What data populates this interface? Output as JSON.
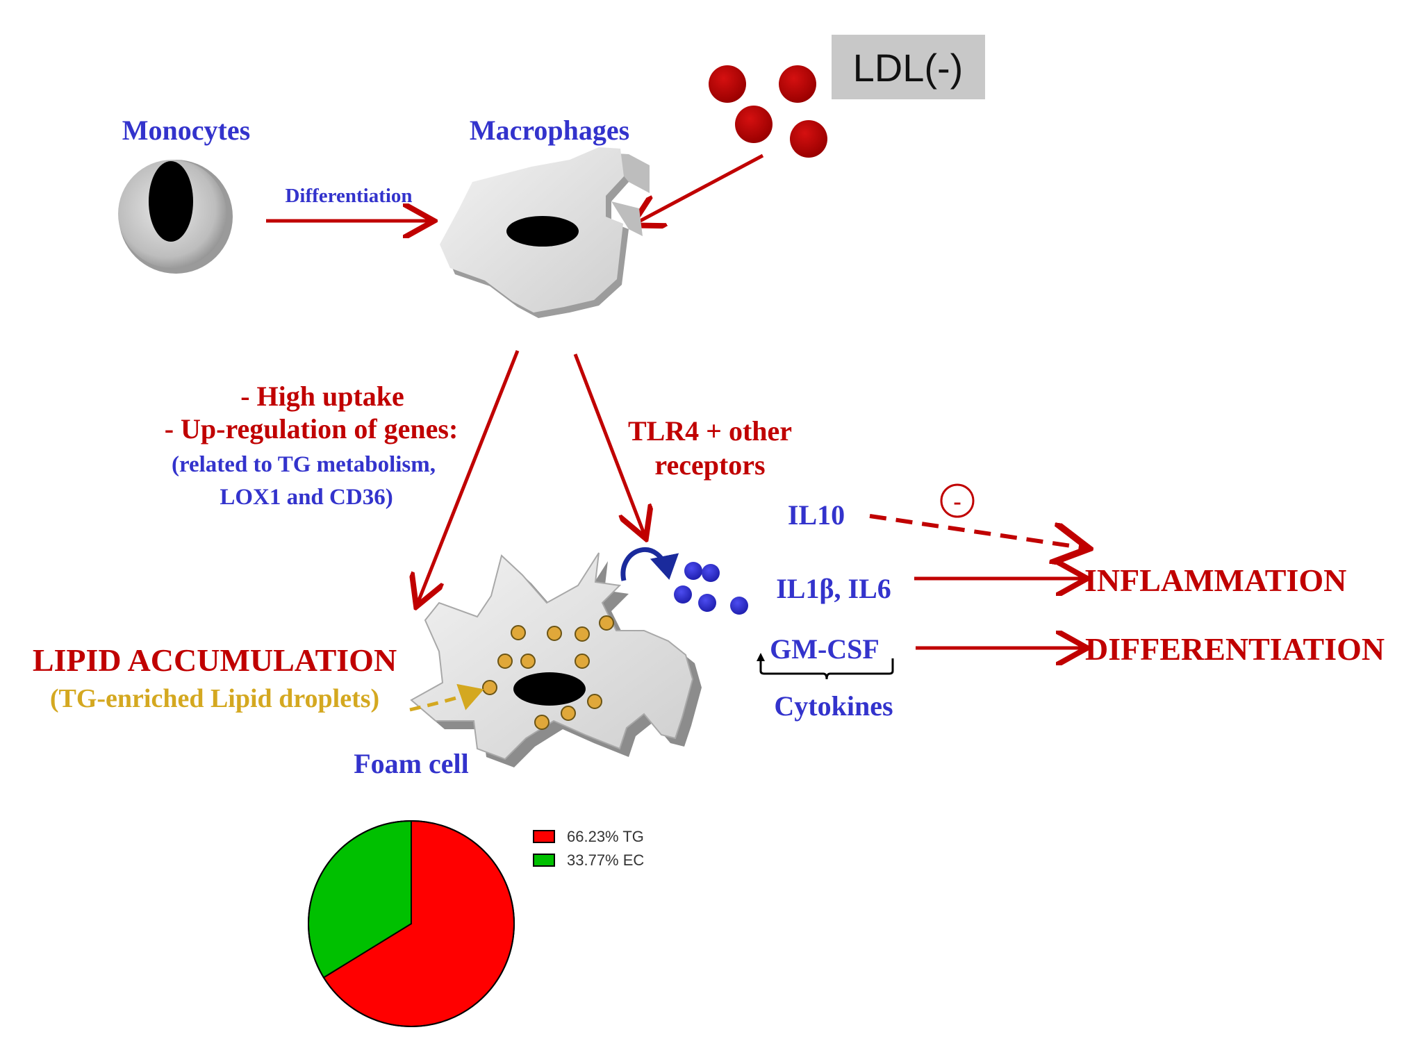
{
  "colors": {
    "dark_red": "#c00000",
    "blue": "#3333cc",
    "gold": "#d4a820",
    "ldl_red": "#c00000",
    "cytokine_blue": "#3333dd",
    "droplet": "#e0a83a",
    "cell_gray": "#dcdcdc",
    "pie_red": "#ff0000",
    "pie_green": "#00c000"
  },
  "ldl_box": {
    "label": "LDL(-)"
  },
  "monocytes": {
    "title": "Monocytes"
  },
  "macrophages": {
    "title": "Macrophages"
  },
  "differentiation_arrow": {
    "label": "Differentiation"
  },
  "left_path": {
    "line1": "- High uptake",
    "line2": "- Up-regulation of genes:",
    "line3": "(related to TG metabolism,",
    "line4": "LOX1 and CD36)"
  },
  "right_path": {
    "line1": "TLR4 + other",
    "line2": "receptors"
  },
  "outputs": {
    "il10": "IL10",
    "minus_sign": "-",
    "il1b_il6": "IL1β, IL6",
    "gmcsf": "GM-CSF",
    "cytokines": "Cytokines",
    "inflammation": "INFLAMMATION",
    "differentiation": "DIFFERENTIATION"
  },
  "lipid": {
    "title": "LIPID ACCUMULATION",
    "subtitle": "(TG-enriched Lipid droplets)"
  },
  "foam_cell": {
    "label": "Foam cell"
  },
  "chart_data": {
    "type": "pie",
    "slices": [
      {
        "label": "66.23% TG",
        "value": 66.23,
        "color": "#ff0000"
      },
      {
        "label": "33.77% EC",
        "value": 33.77,
        "color": "#00c000"
      }
    ],
    "legend_position": "top-right"
  }
}
